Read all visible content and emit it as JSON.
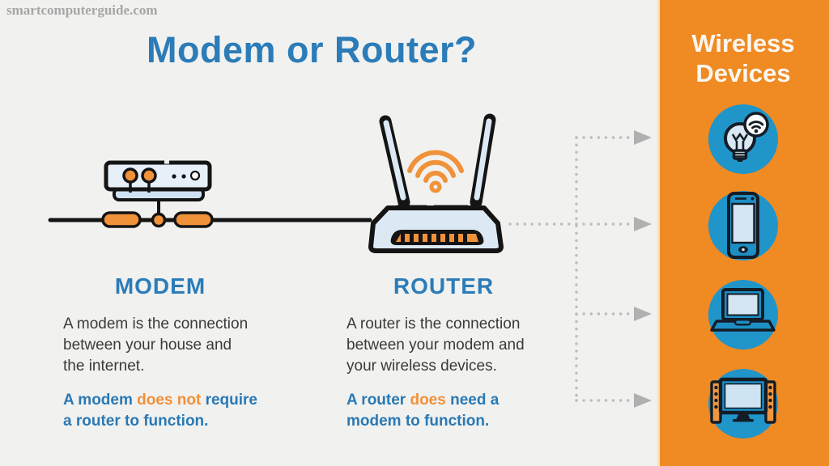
{
  "watermark": "smartcomputerguide.com",
  "title": "Modem or Router?",
  "modem": {
    "heading": "MODEM",
    "description": "A modem is the connection\nbetween your house and\nthe internet.",
    "statement": {
      "prefix": "A modem ",
      "highlight": "does not",
      "suffix": " require\na router to function."
    }
  },
  "router": {
    "heading": "ROUTER",
    "description": "A router is the connection\nbetween your modem and\nyour wireless devices.",
    "statement": {
      "prefix": "A router ",
      "highlight": "does",
      "suffix": " need a\nmodem to function."
    }
  },
  "sidebar": {
    "title": "Wireless\nDevices",
    "devices": [
      {
        "icon": "smart-bulb-icon"
      },
      {
        "icon": "smartphone-icon"
      },
      {
        "icon": "laptop-icon"
      },
      {
        "icon": "smart-tv-icon"
      }
    ]
  },
  "colors": {
    "background": "#f1f1ef",
    "sidebar_orange": "#f08a23",
    "illustration_orange": "#f0923a",
    "heading_blue": "#2b7cb8",
    "statement_blue": "#2979b5",
    "statement_highlight_orange": "#f0913a",
    "body_text_dark": "#3a3a3a",
    "outline_black": "#141414",
    "light_blue_fill": "#dce9f4",
    "device_circle_blue": "#2095c9",
    "device_body_blue": "#1d8fc4",
    "dotted_line_gray": "#bdbdbd",
    "watermark_gray": "#a6a6a6",
    "sidebar_text": "#fbf7ef"
  }
}
